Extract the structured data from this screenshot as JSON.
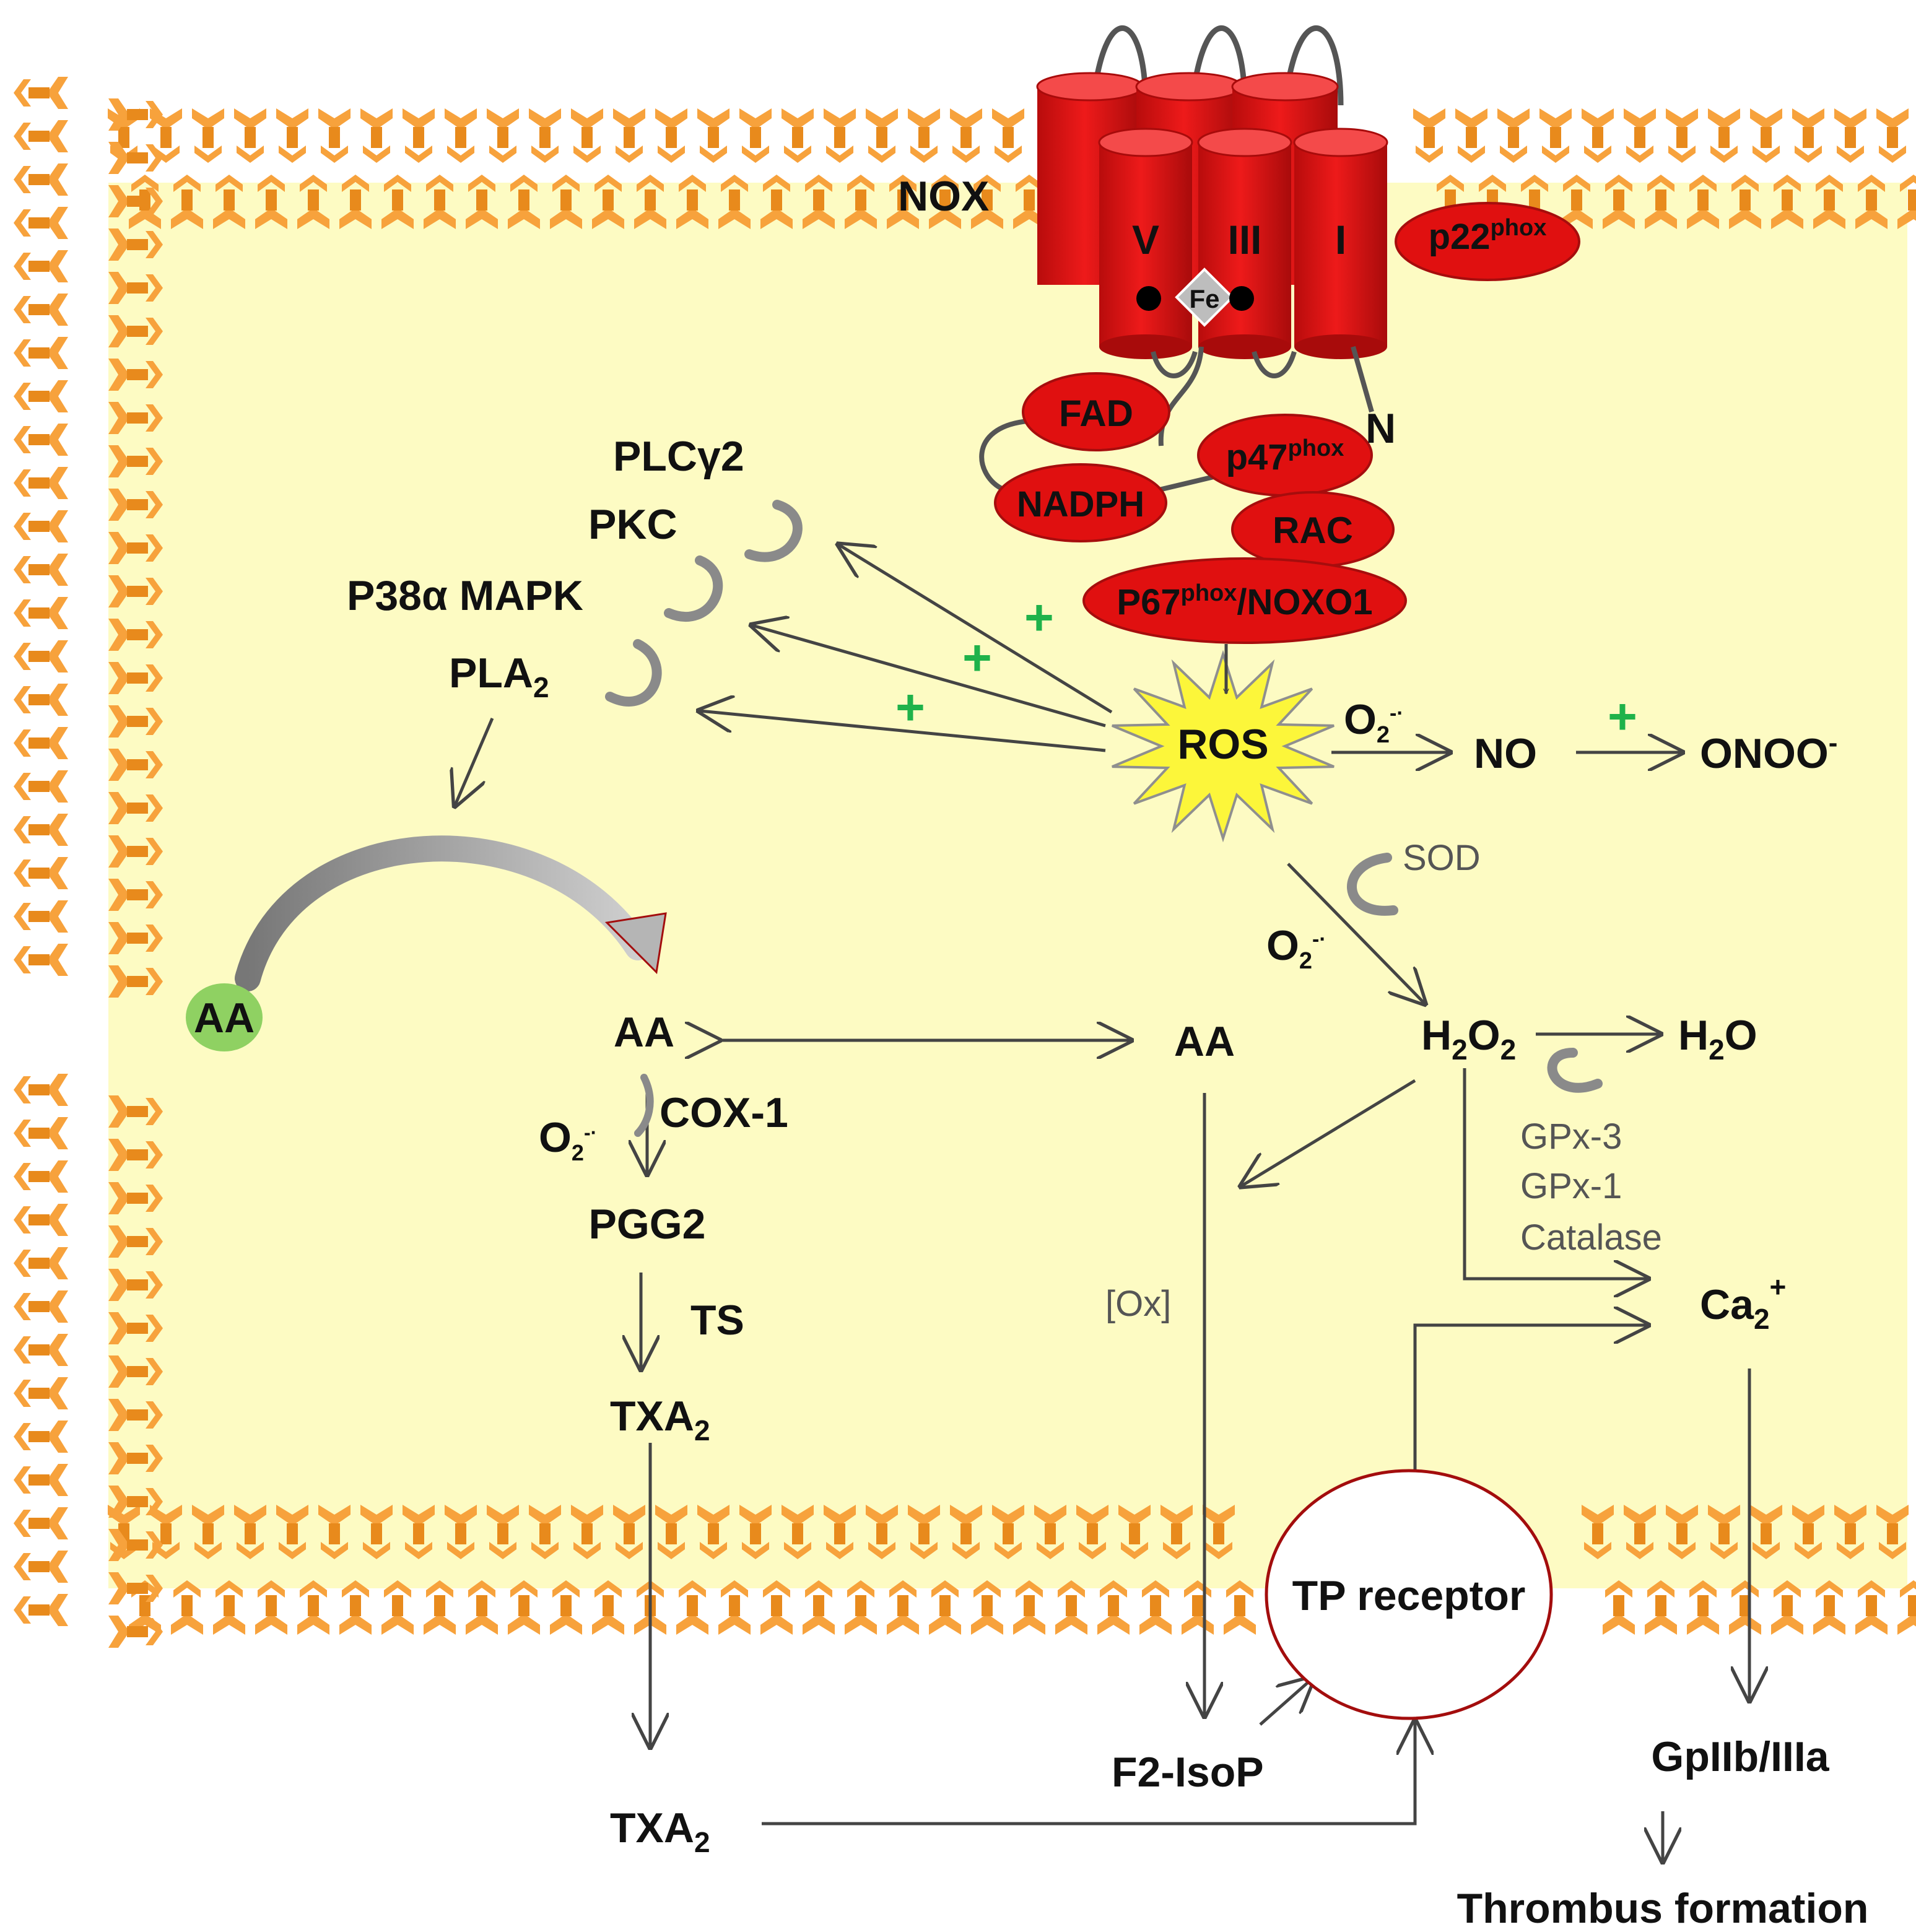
{
  "colors": {
    "cytoplasm": "#fdfbc3",
    "lipid": "#f7a23c",
    "lipid_dark": "#e88a1c",
    "nox_red": "#e01010",
    "nox_dark": "#a60d0d",
    "ros_burst": "#fcf63a",
    "aa_green": "#8fd162",
    "activation_plus": "#1fb24a",
    "arrow": "#444444",
    "enzyme_gray": "#555555"
  },
  "nox": {
    "title": "NOX",
    "helix_labels": [
      "V",
      "III",
      "I"
    ],
    "heme": "Fe",
    "n_terminus": "N",
    "subunits": {
      "p22": {
        "base": "p22",
        "sup": "phox"
      },
      "fad": "FAD",
      "nadph": "NADPH",
      "p47": {
        "base": "p47",
        "sup": "phox"
      },
      "rac": "RAC",
      "p67": {
        "base": "P67",
        "sup": "phox",
        "rest": "/NOXO1"
      }
    }
  },
  "ros": {
    "label": "ROS",
    "activation_mark": "+",
    "superoxide": {
      "base": "O",
      "sub": "2",
      "sup": "-·"
    }
  },
  "kinases": {
    "plc": "PLCγ2",
    "pkc": "PKC",
    "p38": "P38α MAPK",
    "pla2": {
      "base": "PLA",
      "sub": "2"
    }
  },
  "nitric": {
    "no": "NO",
    "onoo": {
      "base": "ONOO",
      "sup": "-"
    }
  },
  "detox": {
    "sod": "SOD",
    "h2o2": {
      "a": "H",
      "sub1": "2",
      "b": "O",
      "sub2": "2"
    },
    "h2o": {
      "a": "H",
      "sub": "2",
      "b": "O"
    },
    "enzymes": [
      "GPx-3",
      "GPx-1",
      "Catalase"
    ]
  },
  "arachidonic": {
    "membrane_aa": "AA",
    "aa_left": "AA",
    "aa_right": "AA",
    "cox": "COX-1",
    "pgg2": "PGG2",
    "ts": "TS",
    "txa2": {
      "base": "TXA",
      "sub": "2"
    },
    "ox": "[Ox]",
    "f2": "F2-IsoP"
  },
  "calcium": {
    "base": "Ca",
    "sub": "2",
    "sup": "+"
  },
  "receptor": "TP receptor",
  "outcomes": {
    "gp": "GpIIb/IIIa",
    "thrombus": "Thrombus formation",
    "txa2_out": {
      "base": "TXA",
      "sub": "2"
    }
  }
}
